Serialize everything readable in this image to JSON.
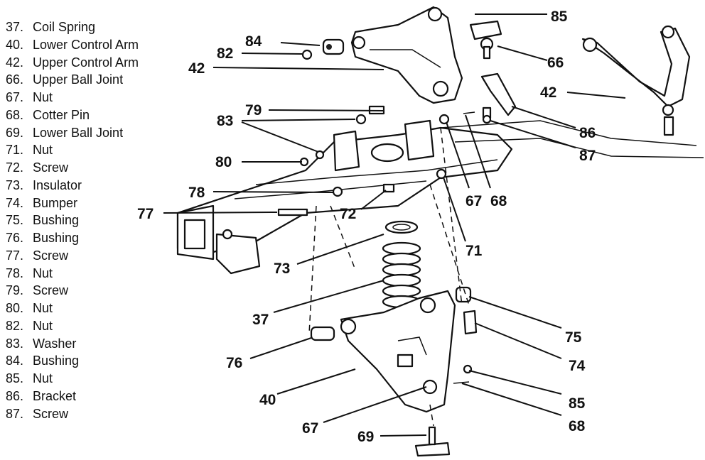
{
  "legend": [
    {
      "num": "37.",
      "name": "Coil Spring"
    },
    {
      "num": "40.",
      "name": "Lower Control Arm"
    },
    {
      "num": "42.",
      "name": "Upper Control Arm"
    },
    {
      "num": "66.",
      "name": "Upper Ball Joint"
    },
    {
      "num": "67.",
      "name": "Nut"
    },
    {
      "num": "68.",
      "name": "Cotter Pin"
    },
    {
      "num": "69.",
      "name": "Lower Ball Joint"
    },
    {
      "num": "71.",
      "name": "Nut"
    },
    {
      "num": "72.",
      "name": "Screw"
    },
    {
      "num": "73.",
      "name": "Insulator"
    },
    {
      "num": "74.",
      "name": "Bumper"
    },
    {
      "num": "75.",
      "name": "Bushing"
    },
    {
      "num": "76.",
      "name": "Bushing"
    },
    {
      "num": "77.",
      "name": "Screw"
    },
    {
      "num": "78.",
      "name": "Nut"
    },
    {
      "num": "79.",
      "name": "Screw"
    },
    {
      "num": "80.",
      "name": "Nut"
    },
    {
      "num": "82.",
      "name": "Nut"
    },
    {
      "num": "83.",
      "name": "Washer"
    },
    {
      "num": "84.",
      "name": "Bushing"
    },
    {
      "num": "85.",
      "name": "Nut"
    },
    {
      "num": "86.",
      "name": "Bracket"
    },
    {
      "num": "87.",
      "name": "Screw"
    }
  ],
  "callouts": {
    "c85_top": "85",
    "c84": "84",
    "c82": "82",
    "c42_left": "42",
    "c66": "66",
    "c42_right": "42",
    "c79": "79",
    "c83": "83",
    "c86": "86",
    "c87": "87",
    "c80": "80",
    "c78": "78",
    "c67_upper": "67",
    "c68_upper": "68",
    "c77": "77",
    "c72": "72",
    "c71": "71",
    "c73": "73",
    "c37": "37",
    "c75": "75",
    "c74": "74",
    "c76": "76",
    "c40": "40",
    "c85_bottom": "85",
    "c67_lower": "67",
    "c68_lower": "68",
    "c69": "69"
  }
}
